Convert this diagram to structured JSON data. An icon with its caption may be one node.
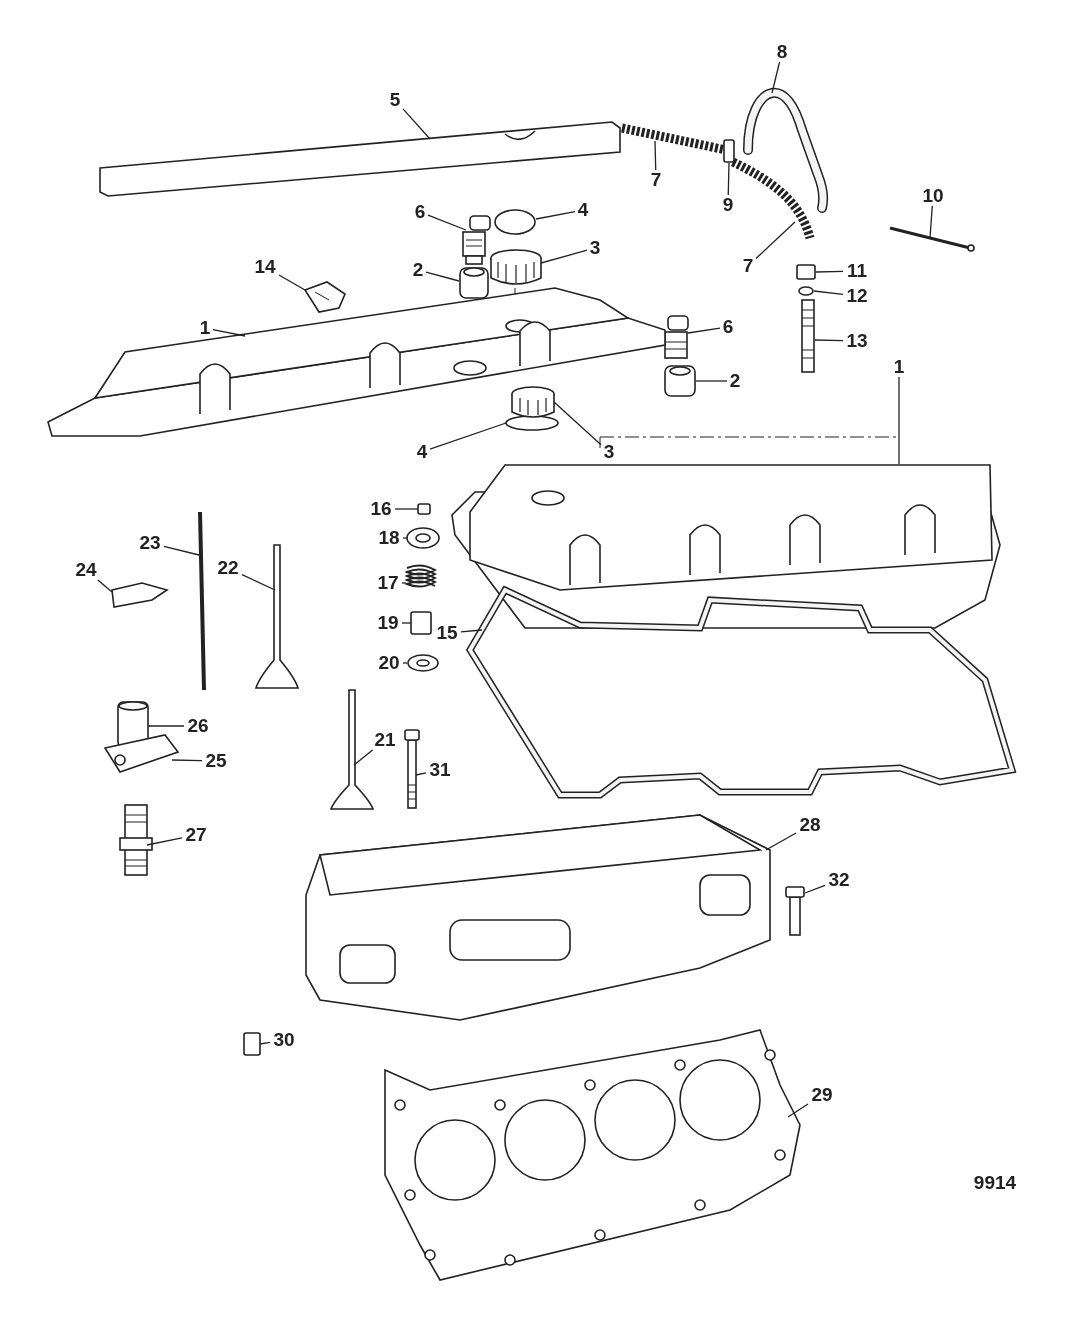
{
  "diagram": {
    "nodes": [
      {
        "text": [
          "5"
        ]
      },
      {
        "text": [
          "8"
        ]
      },
      {
        "text": [
          "6"
        ]
      },
      {
        "text": [
          "4"
        ]
      },
      {
        "text": [
          "7"
        ]
      },
      {
        "text": [
          "9"
        ]
      },
      {
        "text": [
          "10"
        ]
      },
      {
        "text": [
          "3"
        ]
      },
      {
        "text": [
          "2"
        ]
      },
      {
        "text": [
          "14"
        ]
      },
      {
        "text": [
          "7"
        ]
      },
      {
        "text": [
          "11"
        ]
      },
      {
        "text": [
          "12"
        ]
      },
      {
        "text": [
          "6"
        ]
      },
      {
        "text": [
          "1"
        ]
      },
      {
        "text": [
          "13"
        ]
      },
      {
        "text": [
          "1"
        ]
      },
      {
        "text": [
          "2"
        ]
      },
      {
        "text": [
          "4"
        ]
      },
      {
        "text": [
          "3"
        ]
      },
      {
        "text": [
          "16"
        ]
      },
      {
        "text": [
          "18"
        ]
      },
      {
        "text": [
          "23"
        ]
      },
      {
        "text": [
          "22"
        ]
      },
      {
        "text": [
          "24"
        ]
      },
      {
        "text": [
          "17"
        ]
      },
      {
        "text": [
          "19"
        ]
      },
      {
        "text": [
          "15"
        ]
      },
      {
        "text": [
          "20"
        ]
      },
      {
        "text": [
          "26"
        ]
      },
      {
        "text": [
          "25"
        ]
      },
      {
        "text": [
          "21"
        ]
      },
      {
        "text": [
          "31"
        ]
      },
      {
        "text": [
          "28"
        ]
      },
      {
        "text": [
          "27"
        ]
      },
      {
        "text": [
          "32"
        ]
      },
      {
        "text": [
          "30"
        ]
      },
      {
        "text": [
          "29"
        ]
      },
      {
        "text": [],
        "shape": "picture"
      },
      {
        "text": [],
        "shape": "picture"
      },
      {
        "text": [],
        "shape": "picture"
      },
      {
        "text": [],
        "shape": "circle"
      },
      {
        "text": [],
        "shape": "picture"
      },
      {
        "text": [],
        "shape": "box"
      },
      {
        "text": [],
        "shape": "picture"
      },
      {
        "text": [],
        "shape": "picture"
      },
      {
        "text": [],
        "shape": "picture"
      },
      {
        "text": [],
        "shape": "picture"
      },
      {
        "text": [],
        "shape": "picture"
      },
      {
        "text": [],
        "shape": "box"
      },
      {
        "text": [],
        "shape": "circle"
      },
      {
        "text": [],
        "shape": "picture"
      },
      {
        "text": [],
        "shape": "picture"
      },
      {
        "text": [],
        "shape": "picture"
      },
      {
        "text": [],
        "shape": "picture"
      },
      {
        "text": [],
        "shape": "picture"
      },
      {
        "text": [],
        "shape": "circle"
      },
      {
        "text": [],
        "shape": "picture"
      },
      {
        "text": [],
        "shape": "box"
      },
      {
        "text": [],
        "shape": "picture"
      },
      {
        "text": [],
        "shape": "picture"
      },
      {
        "text": [],
        "shape": "picture"
      },
      {
        "text": [],
        "shape": "picture"
      },
      {
        "text": [],
        "shape": "picture"
      },
      {
        "text": [],
        "shape": "box"
      },
      {
        "text": [],
        "shape": "picture"
      },
      {
        "text": [],
        "shape": "picture"
      },
      {
        "text": [],
        "shape": "picture"
      },
      {
        "text": [],
        "shape": "picture"
      },
      {
        "text": [],
        "shape": "picture"
      },
      {
        "text": [],
        "shape": "picture"
      },
      {
        "text": [],
        "shape": "picture"
      },
      {
        "text": [],
        "shape": "picture"
      },
      {
        "text": [],
        "shape": "picture"
      },
      {
        "text": [],
        "shape": "box"
      },
      {
        "text": [],
        "shape": "picture"
      }
    ],
    "edges": [
      {
        "from": 0,
        "to": 38,
        "arrow": "none"
      },
      {
        "from": 1,
        "to": 39,
        "arrow": "none"
      },
      {
        "from": 2,
        "to": 40,
        "arrow": "none"
      },
      {
        "from": 3,
        "to": 41,
        "arrow": "none"
      },
      {
        "from": 4,
        "to": 42,
        "arrow": "none"
      },
      {
        "from": 5,
        "to": 43,
        "arrow": "none"
      },
      {
        "from": 6,
        "to": 44,
        "arrow": "none"
      },
      {
        "from": 7,
        "to": 45,
        "arrow": "none"
      },
      {
        "from": 8,
        "to": 46,
        "arrow": "none"
      },
      {
        "from": 9,
        "to": 47,
        "arrow": "none"
      },
      {
        "from": 10,
        "to": 48,
        "arrow": "none"
      },
      {
        "from": 11,
        "to": 49,
        "arrow": "none"
      },
      {
        "from": 12,
        "to": 50,
        "arrow": "none"
      },
      {
        "from": 13,
        "to": 51,
        "arrow": "none"
      },
      {
        "from": 14,
        "to": 52,
        "arrow": "none"
      },
      {
        "from": 15,
        "to": 53,
        "arrow": "none"
      },
      {
        "from": 16,
        "to": 54,
        "arrow": "none"
      },
      {
        "from": 17,
        "to": 55,
        "arrow": "none"
      },
      {
        "from": 18,
        "to": 56,
        "arrow": "none"
      },
      {
        "from": 19,
        "to": 57,
        "arrow": "none"
      },
      {
        "from": 20,
        "to": 58,
        "arrow": "none"
      },
      {
        "from": 21,
        "to": 59,
        "arrow": "none"
      },
      {
        "from": 22,
        "to": 60,
        "arrow": "none"
      },
      {
        "from": 23,
        "to": 61,
        "arrow": "none"
      },
      {
        "from": 24,
        "to": 62,
        "arrow": "none"
      },
      {
        "from": 25,
        "to": 63,
        "arrow": "none"
      },
      {
        "from": 26,
        "to": 64,
        "arrow": "none"
      },
      {
        "from": 27,
        "to": 65,
        "arrow": "none"
      },
      {
        "from": 28,
        "to": 66,
        "arrow": "none"
      },
      {
        "from": 29,
        "to": 67,
        "arrow": "none"
      },
      {
        "from": 30,
        "to": 68,
        "arrow": "none"
      },
      {
        "from": 31,
        "to": 69,
        "arrow": "none"
      },
      {
        "from": 32,
        "to": 70,
        "arrow": "none"
      },
      {
        "from": 33,
        "to": 71,
        "arrow": "none"
      },
      {
        "from": 34,
        "to": 72,
        "arrow": "none"
      },
      {
        "from": 35,
        "to": 73,
        "arrow": "none"
      },
      {
        "from": 36,
        "to": 74,
        "arrow": "none"
      },
      {
        "from": 37,
        "to": 75,
        "arrow": "none"
      }
    ],
    "labels": [
      "9914"
    ]
  }
}
